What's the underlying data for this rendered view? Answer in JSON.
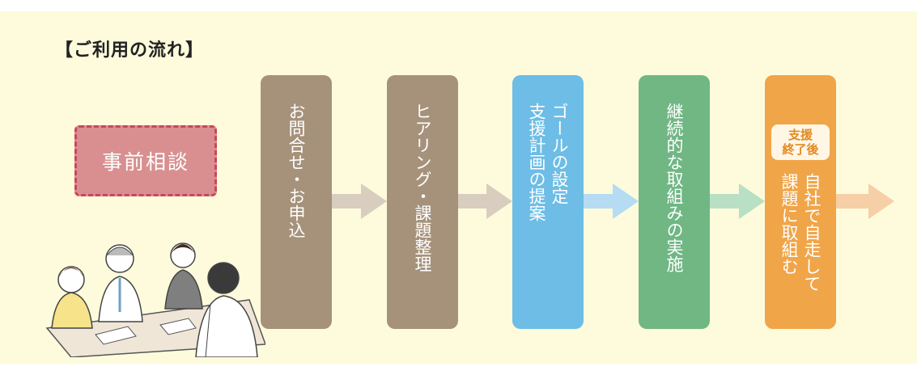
{
  "title": "【ご利用の流れ】",
  "pre_consultation": "事前相談",
  "steps": [
    {
      "label": "お問合せ・お申込",
      "color": "#a6927b"
    },
    {
      "label": "ヒアリング・課題整理",
      "color": "#a6927b"
    },
    {
      "label": "ゴールの設定\n支援計画の提案",
      "color": "#6dbde6"
    },
    {
      "label": "継続的な取組みの実施",
      "color": "#70b784"
    },
    {
      "label": "自社で自走して\n課題に取組む",
      "color": "#f0a548"
    }
  ],
  "badge": {
    "line1": "支援",
    "line2": "終了後"
  },
  "arrow_colors": [
    "#d8cdbf",
    "#d8cdbf",
    "#b5dcf2",
    "#b9e0c4",
    "#f7cfa6"
  ]
}
